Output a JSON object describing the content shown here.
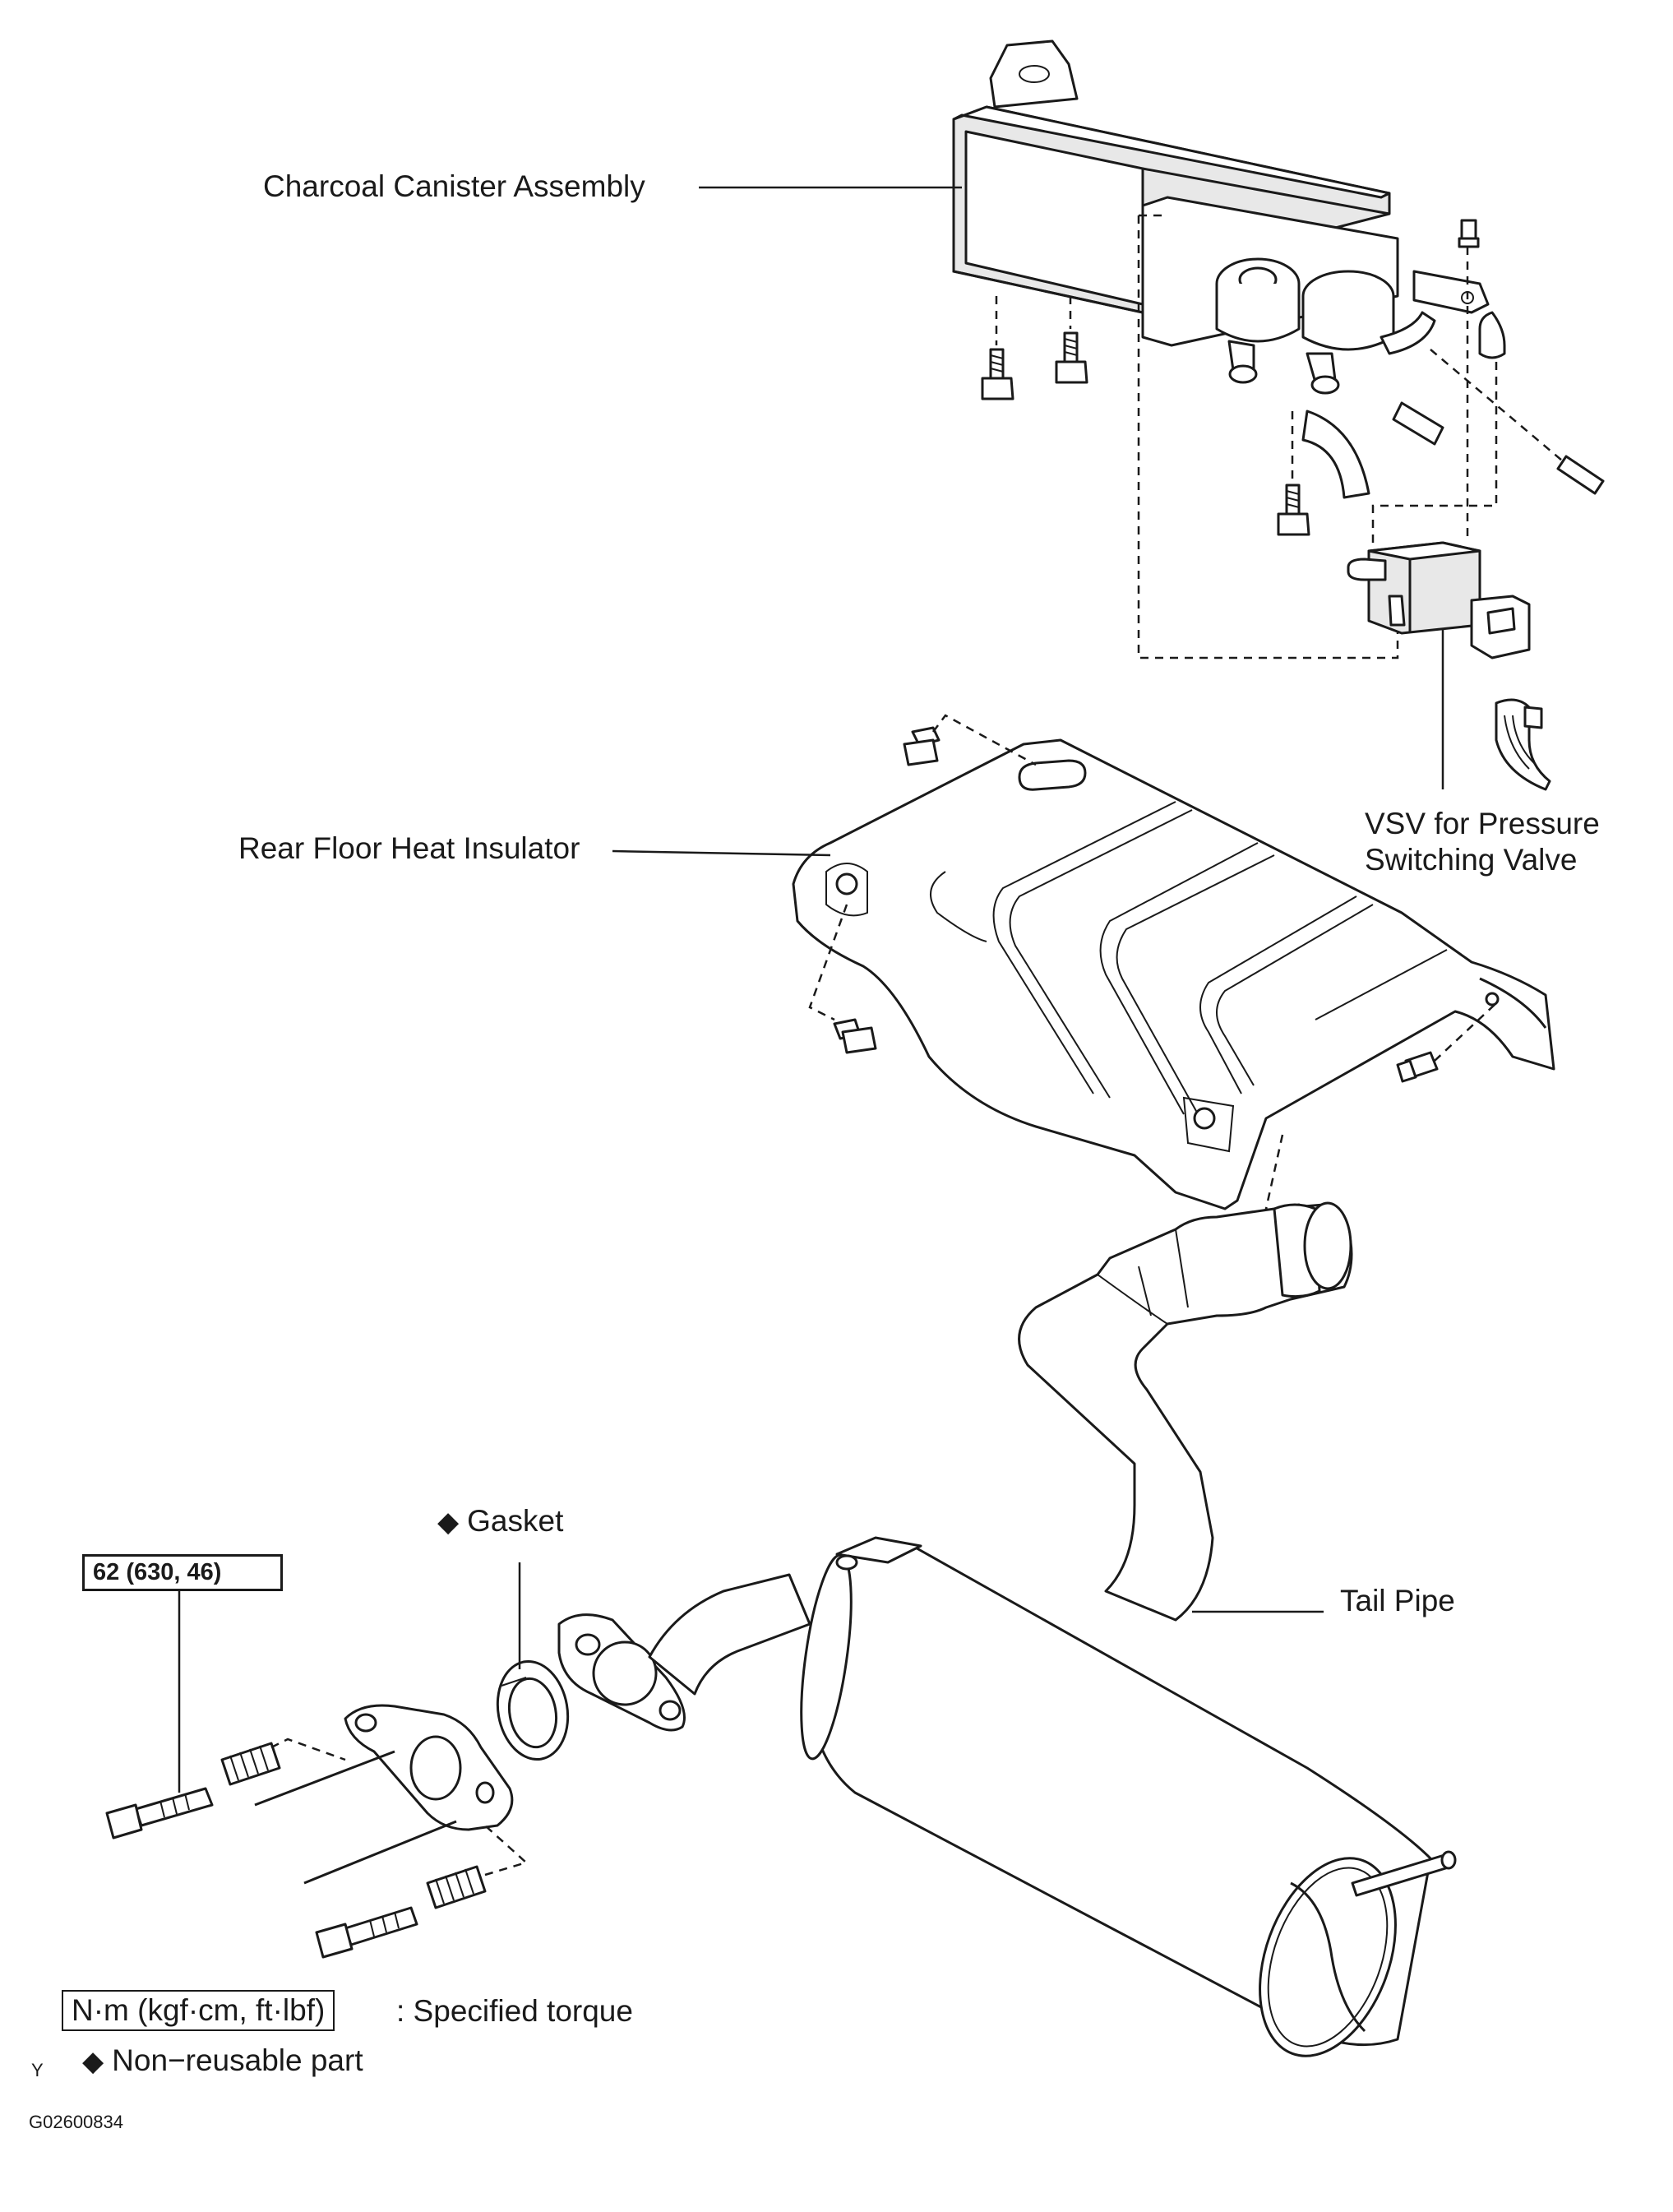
{
  "labels": {
    "charcoal_canister": "Charcoal Canister Assembly",
    "vsv": "VSV for Pressure\nSwitching Valve",
    "heat_insulator": "Rear Floor Heat Insulator",
    "gasket": "Gasket",
    "tail_pipe": "Tail Pipe",
    "torque_value": "62 (630, 46)"
  },
  "legend": {
    "torque_units": "N·m (kgf·cm, ft·lbf)",
    "torque_desc": ": Specified torque",
    "non_reusable": "Non−reusable part",
    "diamond_symbol": "◆"
  },
  "footer": {
    "corner_mark": "Y",
    "figure_code": "G02600834"
  },
  "icons": {
    "bolt": "bolt-icon",
    "spring": "spring-icon",
    "diamond": "diamond-icon"
  }
}
